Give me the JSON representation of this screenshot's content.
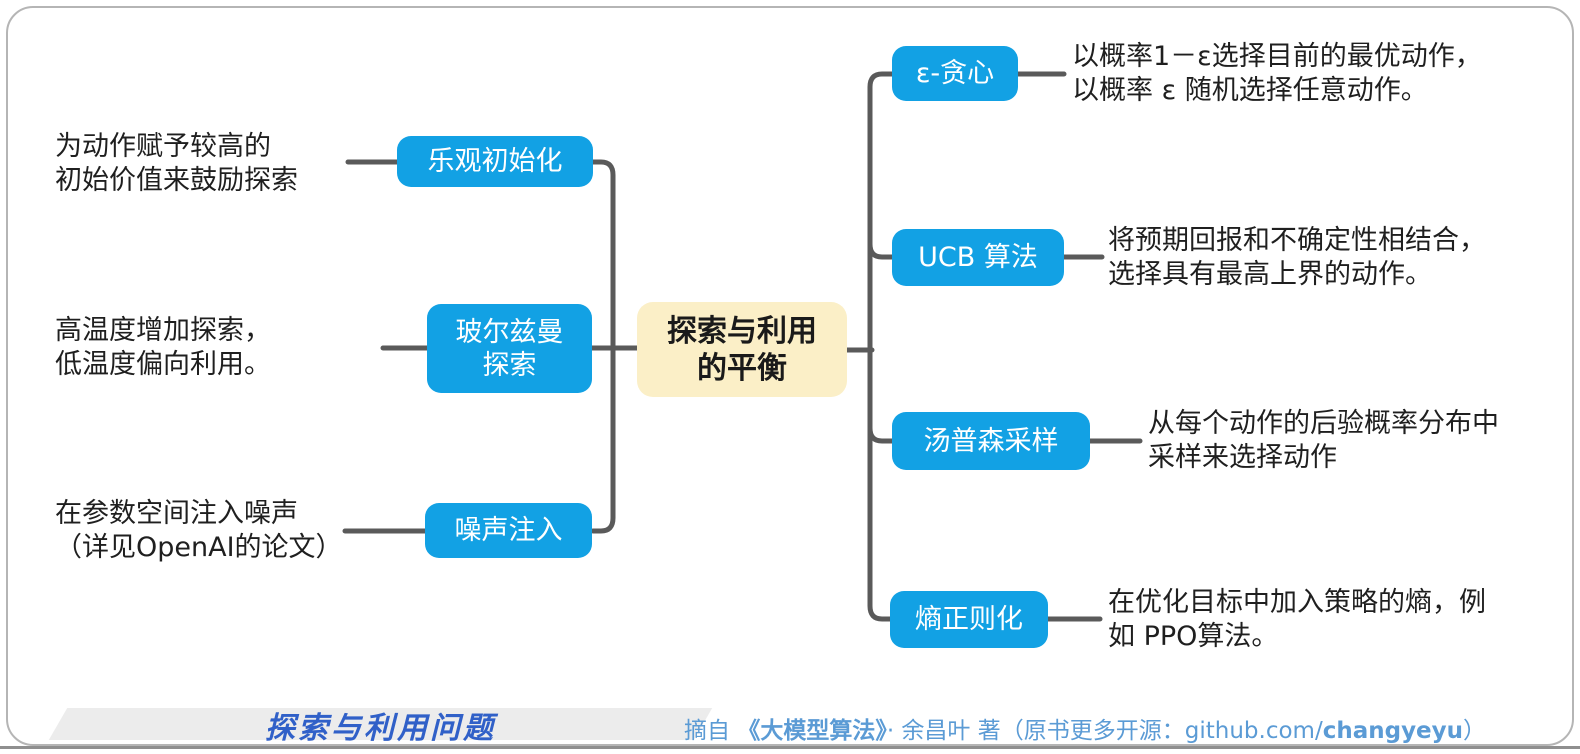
{
  "colors": {
    "node_blue": "#12A1E4",
    "root_bg": "#FBEFC7",
    "connector_gray": "#5A5A5A",
    "frame_gray": "#B5B5B5",
    "footer_title_blue": "#3060C8",
    "attribution_blue": "#5B9BD5"
  },
  "root": {
    "lines": [
      "探索与利用",
      "的平衡"
    ]
  },
  "left": [
    {
      "label_lines": [
        "乐观初始化"
      ],
      "desc_lines": [
        "为动作赋予较高的",
        "初始价值来鼓励探索"
      ]
    },
    {
      "label_lines": [
        "玻尔兹曼",
        "探索"
      ],
      "desc_lines": [
        "高温度增加探索，",
        "低温度偏向利用。"
      ]
    },
    {
      "label_lines": [
        "噪声注入"
      ],
      "desc_lines": [
        "在参数空间注入噪声",
        "（详见OpenAI的论文）"
      ]
    }
  ],
  "right": [
    {
      "label": "ε-贪心",
      "desc_lines": [
        "以概率1－ε选择目前的最优动作，",
        "以概率 ε 随机选择任意动作。"
      ]
    },
    {
      "label": "UCB 算法",
      "desc_lines": [
        "将预期回报和不确定性相结合，",
        "选择具有最高上界的动作。"
      ]
    },
    {
      "label": "汤普森采样",
      "desc_lines": [
        "从每个动作的后验概率分布中",
        "采样来选择动作"
      ]
    },
    {
      "label": "熵正则化",
      "desc_lines": [
        "在优化目标中加入策略的熵，例",
        "如 PPO算法。"
      ]
    }
  ],
  "footer": {
    "title": "探索与利用问题",
    "attribution": {
      "prefix": "摘自 ",
      "book": "《大模型算法》",
      "middle": "· 余昌叶 著（原书更多开源：github.com/",
      "handle": "changyeyu",
      "suffix": "）"
    }
  }
}
